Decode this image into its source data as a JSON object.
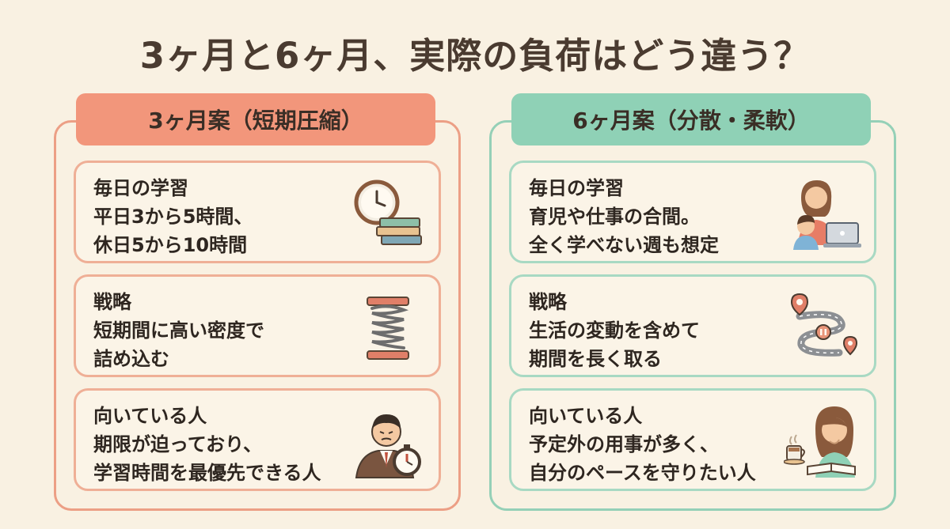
{
  "title": "3ヶ月と6ヶ月、実際の負荷はどう違う？",
  "left": {
    "header": "3ヶ月案（短期圧縮）",
    "cards": [
      {
        "heading": "毎日の学習",
        "line1": "平日3から5時間、",
        "line2": "休日5から10時間",
        "icon": "clock-books-icon"
      },
      {
        "heading": "戦略",
        "line1": "短期間に高い密度で",
        "line2": "詰め込む",
        "icon": "compressed-spring-icon"
      },
      {
        "heading": "向いている人",
        "line1": "期限が迫っており、",
        "line2": "学習時間を最優先できる人",
        "icon": "businessman-stopwatch-icon"
      }
    ]
  },
  "right": {
    "header": "6ヶ月案（分散・柔軟）",
    "cards": [
      {
        "heading": "毎日の学習",
        "line1": "育児や仕事の合間。",
        "line2": "全く学べない週も想定",
        "icon": "parent-child-laptop-icon"
      },
      {
        "heading": "戦略",
        "line1": "生活の変動を含めて",
        "line2": "期間を長く取る",
        "icon": "winding-road-pins-icon"
      },
      {
        "heading": "向いている人",
        "line1": "予定外の用事が多く、",
        "line2": "自分のペースを守りたい人",
        "icon": "woman-coffee-book-icon"
      }
    ]
  },
  "colors": {
    "background": "#f9f1e2",
    "left_accent": "#f2967b",
    "right_accent": "#8fd1b6"
  }
}
